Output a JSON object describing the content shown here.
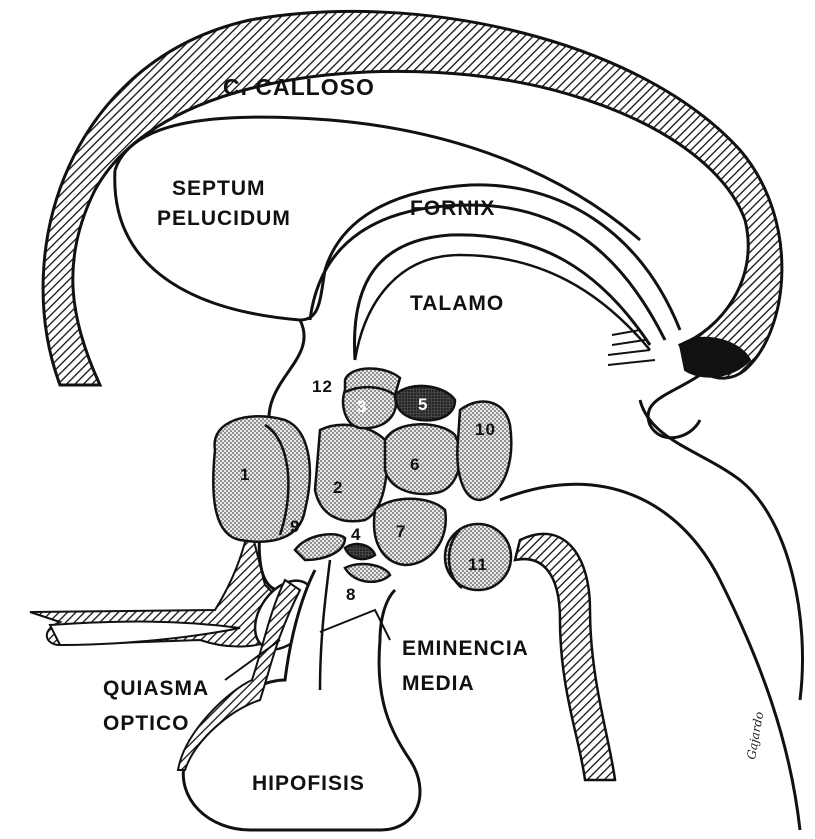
{
  "labels": {
    "corpus_callosum": "C. CALLOSO",
    "septum_line1": "SEPTUM",
    "septum_line2": "PELUCIDUM",
    "fornix": "FORNIX",
    "thalamus": "TALAMO",
    "median_eminence_line1": "EMINENCIA",
    "median_eminence_line2": "MEDIA",
    "optic_chiasm_line1": "QUIASMA",
    "optic_chiasm_line2": "OPTICO",
    "hypophysis": "HIPOFISIS"
  },
  "nuclei": {
    "n1": "1",
    "n2": "2",
    "n3": "3",
    "n4": "4",
    "n5": "5",
    "n6": "6",
    "n7": "7",
    "n8": "8",
    "n9": "9",
    "n10": "10",
    "n11": "11",
    "n12": "12"
  },
  "signature": "Gajardo",
  "colors": {
    "ink": "#111111",
    "stipple": "#9a9a9a",
    "background": "#ffffff"
  }
}
